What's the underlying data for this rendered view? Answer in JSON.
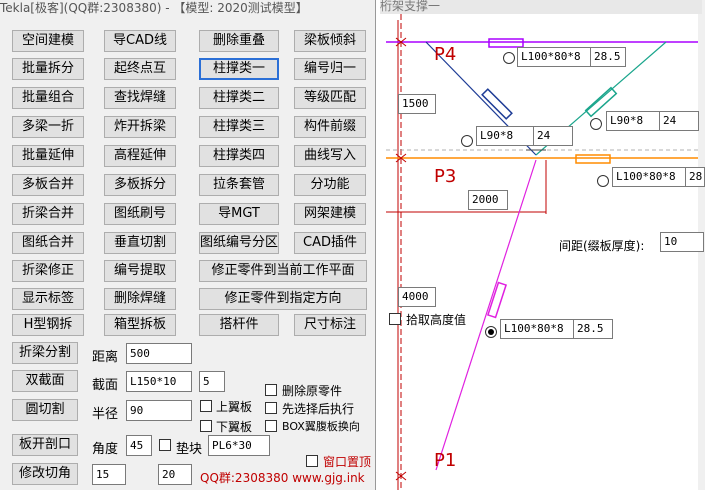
{
  "window": {
    "title": "Tekla[极客](QQ群:2308380) - 【模型: 2020测试模型】"
  },
  "buttons": [
    [
      "空间建模",
      "导CAD线",
      "删除重叠",
      "梁板倾斜"
    ],
    [
      "批量拆分",
      "起终点互",
      "柱撑类一",
      "编号归一"
    ],
    [
      "批量组合",
      "查找焊缝",
      "柱撑类二",
      "等级匹配"
    ],
    [
      "多梁一折",
      "炸开拆梁",
      "柱撑类三",
      "构件前缀"
    ],
    [
      "批量延伸",
      "高程延伸",
      "柱撑类四",
      "曲线写入"
    ],
    [
      "多板合并",
      "多板拆分",
      "拉条套管",
      "分功能"
    ],
    [
      "折梁合并",
      "图纸刷号",
      "导MGT",
      "网架建模"
    ],
    [
      "图纸合并",
      "垂直切割",
      "图纸编号分区",
      "CAD插件"
    ],
    [
      "折梁修正",
      "编号提取",
      "修正零件到当前工作平面"
    ],
    [
      "显示标签",
      "删除焊缝",
      "修正零件到指定方向"
    ],
    [
      "H型钢拆",
      "箱型拆板",
      "搭杆件",
      "尺寸标注"
    ]
  ],
  "tools": {
    "split_btn": "折梁分割",
    "dist_label": "距离",
    "dist_value": "500",
    "double_btn": "双截面",
    "section_label": "截面",
    "section_value": "L150*10",
    "section_count": "5",
    "circle_btn": "圆切割",
    "radius_label": "半径",
    "radius_value": "90",
    "delete_orig": "删除原零件",
    "top_wing": "上翼板",
    "select_first": "先选择后执行",
    "bottom_wing": "下翼板",
    "box_swap": "BOX翼腹板换向",
    "plate_btn": "板开剖口",
    "angle_label": "角度",
    "angle_value": "45",
    "shim_label": "垫块",
    "shim_value": "PL6*30",
    "fix_btn": "修改切角",
    "fix_v1": "15",
    "fix_v2": "20",
    "pin_window": "窗口置顶",
    "footer": "QQ群:2308380 www.gjg.ink"
  },
  "right": {
    "title": "桁架支撑一",
    "p4": "P4",
    "p3": "P3",
    "p1": "P1",
    "dim1500": "1500",
    "dim2000": "2000",
    "dim4000": "4000",
    "top_profile": "L100*80*8",
    "top_thk": "28.5",
    "left_profile": "L90*8",
    "left_thk": "24",
    "right_profile": "L90*8",
    "right_thk": "24",
    "mid_profile": "L100*80*8",
    "mid_thk": "28",
    "spacing_label": "间距(缀板厚度):",
    "spacing_value": "10",
    "pick_height": "拾取高度值",
    "bot_profile": "L100*80*8",
    "bot_thk": "28.5"
  }
}
